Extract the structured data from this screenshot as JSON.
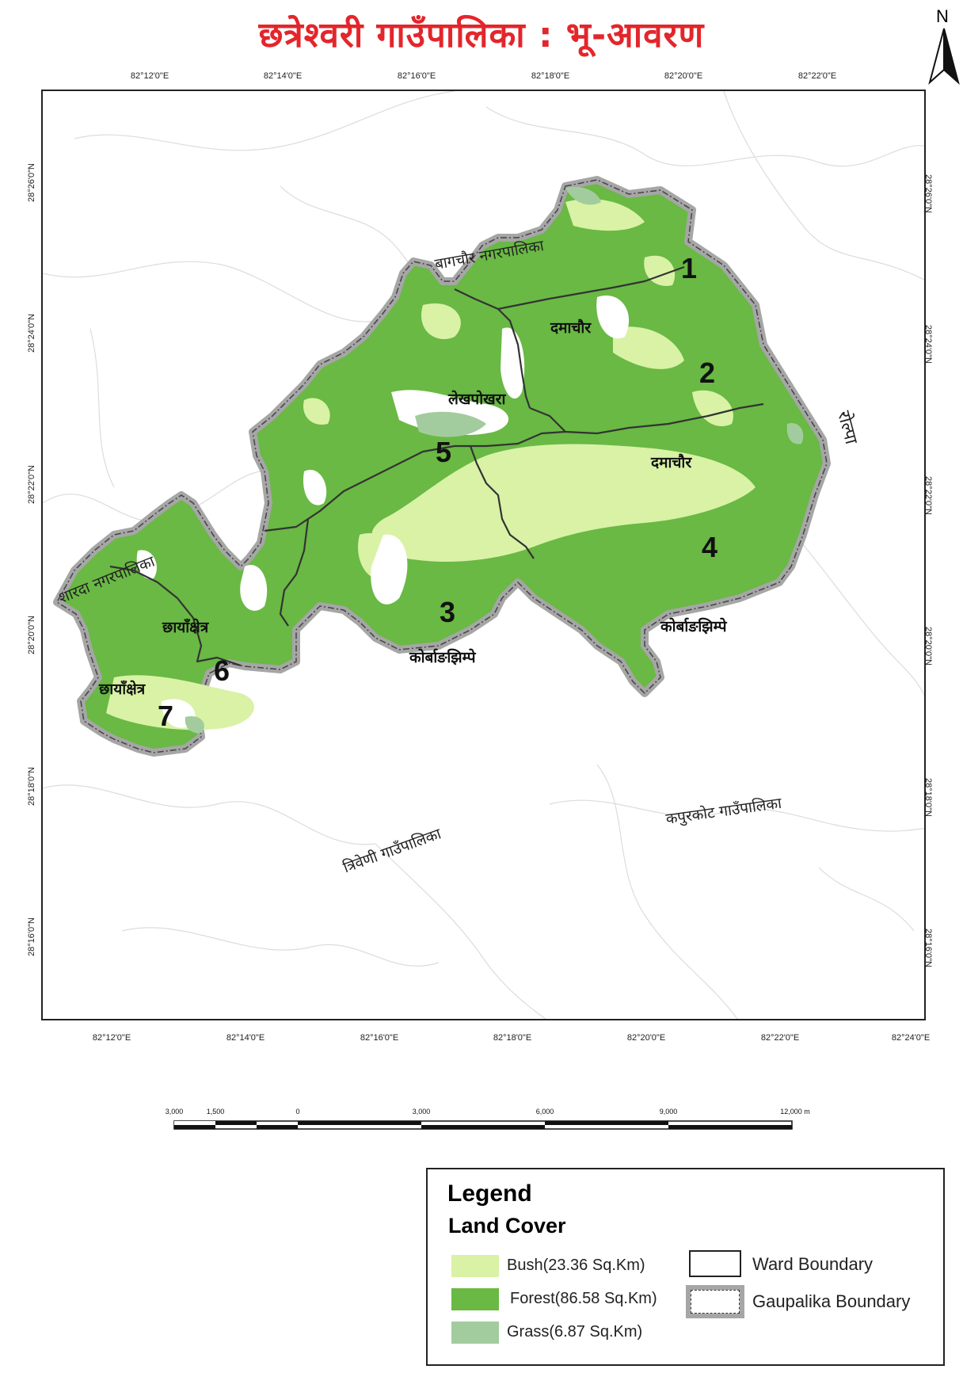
{
  "title": "छत्रेश्वरी गाउँपालिका : भू-आवरण",
  "north_label": "N",
  "top_ticks": [
    "82°12'0\"E",
    "82°14'0\"E",
    "82°16'0\"E",
    "82°18'0\"E",
    "82°20'0\"E",
    "82°22'0\"E"
  ],
  "bottom_ticks": [
    "82°12'0\"E",
    "82°14'0\"E",
    "82°16'0\"E",
    "82°18'0\"E",
    "82°20'0\"E",
    "82°22'0\"E",
    "82°24'0\"E"
  ],
  "left_ticks": [
    "28°26'0\"N",
    "28°24'0\"N",
    "28°22'0\"N",
    "28°20'0\"N",
    "28°18'0\"N",
    "28°16'0\"N"
  ],
  "right_ticks": [
    "28°26'0\"N",
    "28°24'0\"N",
    "28°22'0\"N",
    "28°20'0\"N",
    "28°18'0\"N",
    "28°16'0\"N"
  ],
  "wards": [
    "1",
    "2",
    "3",
    "4",
    "5",
    "6",
    "7"
  ],
  "places": {
    "damachaur_1": "दमाचौर",
    "damachaur_2": "दमाचौर",
    "lekhpokhara": "लेखपोखरा",
    "korbang_3": "कोर्बाङझिम्पे",
    "korbang_4": "कोर्बाङझिम्पे",
    "chhayakshetra_6": "छायाँक्षेत्र",
    "chhayakshetra_7": "छायाँक्षेत्र"
  },
  "neighbors": {
    "north": "बागचौर नगरपालिका",
    "west": "शारदा नगरपालिका",
    "south": "त्रिवेणी गाउँपालिका",
    "southeast": "कपुरकोट गाउँपालिका",
    "east": "रोल्पा"
  },
  "scale": {
    "labels": [
      "3,000",
      "1,500",
      "0",
      "3,000",
      "6,000",
      "9,000",
      "12,000 m"
    ]
  },
  "legend": {
    "title": "Legend",
    "subtitle": "Land Cover",
    "items": [
      {
        "label": "Bush(23.36 Sq.Km)",
        "color": "#d9f2a6"
      },
      {
        "label": "Forest(86.58 Sq.Km)",
        "color": "#69b944"
      },
      {
        "label": "Grass(6.87 Sq.Km)",
        "color": "#a3cc9e"
      }
    ],
    "ward_boundary": "Ward Boundary",
    "gaupalika_boundary": "Gaupalika Boundary"
  },
  "colors": {
    "title": "#e3262b",
    "forest": "#69b944",
    "bush": "#d9f2a6",
    "grass": "#a3cc9e",
    "boundary_shadow": "#a6a6a6"
  }
}
